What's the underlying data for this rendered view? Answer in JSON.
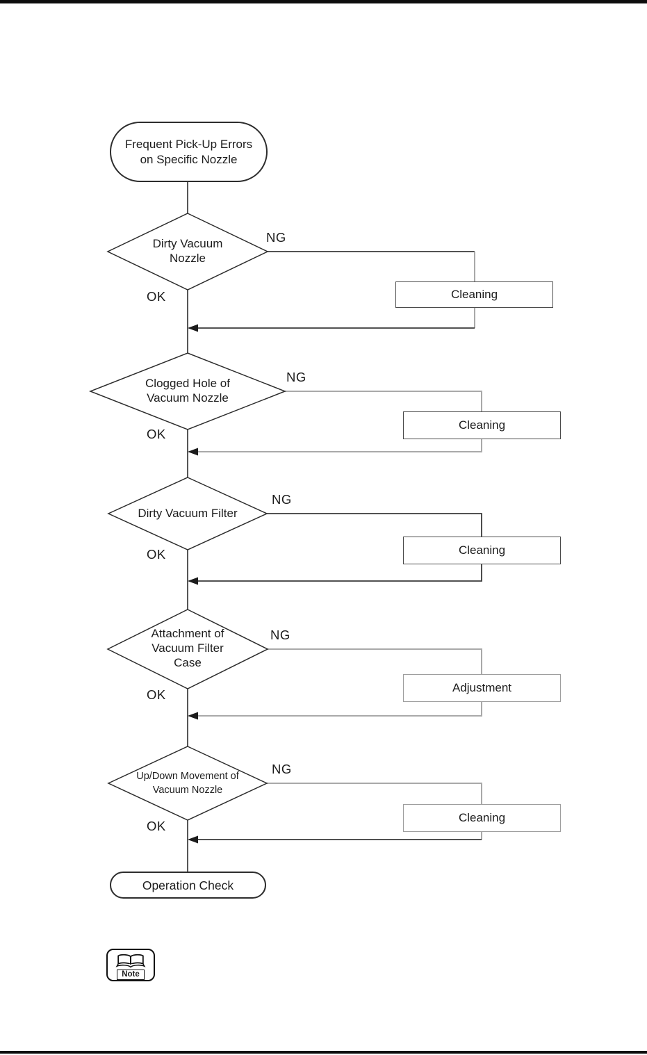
{
  "flowchart": {
    "start": {
      "lines": [
        "Frequent Pick-Up Errors",
        "on Specific Nozzle"
      ]
    },
    "ng_label": "NG",
    "ok_label": "OK",
    "steps": [
      {
        "question_lines": [
          "Dirty Vacuum",
          "Nozzle"
        ],
        "action": "Cleaning"
      },
      {
        "question_lines": [
          "Clogged Hole of",
          "Vacuum Nozzle"
        ],
        "action": "Cleaning"
      },
      {
        "question_lines": [
          "Dirty Vacuum Filter"
        ],
        "action": "Cleaning"
      },
      {
        "question_lines": [
          "Attachment of",
          "Vacuum Filter",
          "Case"
        ],
        "action": "Adjustment"
      },
      {
        "question_lines": [
          "Up/Down Movement of",
          "Vacuum Nozzle"
        ],
        "action": "Cleaning"
      }
    ],
    "end": {
      "label": "Operation Check"
    }
  },
  "note": {
    "label": "Note"
  },
  "colors": {
    "page_background": "#ffffff",
    "rule_bar": "#0d0d0d",
    "line_dark": "#3a3a3a",
    "line_gray": "#a9a9a9",
    "shape_border": "#2d2d2d",
    "text": "#1c1c1c"
  }
}
